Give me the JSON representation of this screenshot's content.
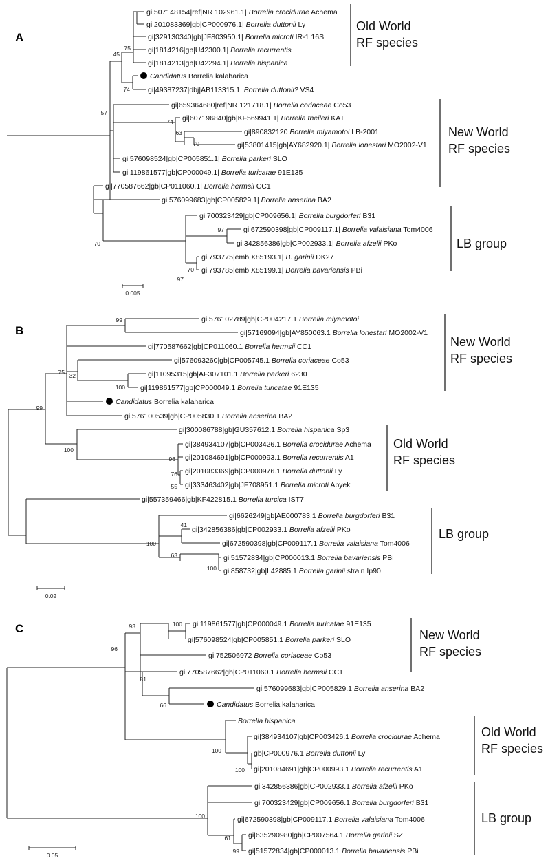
{
  "panels": [
    {
      "label": "A",
      "leaves": [
        {
          "prefix": "gi|507148154|ref|NR 102961.1| ",
          "italic": "Borrelia crocidurae",
          "suffix": " Achema"
        },
        {
          "prefix": "gi|201083369|gb|CP000976.1| ",
          "italic": "Borrelia duttonii",
          "suffix": " Ly"
        },
        {
          "prefix": "gi|329130340|gb|JF803950.1| ",
          "italic": "Borrelia microti",
          "suffix": " IR-1 16S"
        },
        {
          "prefix": "gi|1814216|gb|U42300.1| ",
          "italic": "Borrelia recurrentis",
          "suffix": ""
        },
        {
          "prefix": "gi|1814213|gb|U42294.1| ",
          "italic": "Borrelia hispanica",
          "suffix": ""
        },
        {
          "prefix": "",
          "italic": "Candidatus",
          "suffix": " Borrelia kalaharica",
          "marker": true
        },
        {
          "prefix": "gi|49387237|dbj|AB113315.1| ",
          "italic": "Borrelia duttonii?",
          "suffix": "  VS4"
        },
        {
          "prefix": "gi|659364680|ref|NR 121718.1| ",
          "italic": "Borrelia coriaceae",
          "suffix": " Co53"
        },
        {
          "prefix": "gi|607196840|gb|KF569941.1| ",
          "italic": "Borrelia theileri",
          "suffix": " KAT"
        },
        {
          "prefix": "gi|890832120 ",
          "italic": "Borrelia miyamotoi",
          "suffix": " LB-2001"
        },
        {
          "prefix": "gi|53801415|gb|AY682920.1| ",
          "italic": "Borrelia lonestari",
          "suffix": " MO2002-V1"
        },
        {
          "prefix": "gi|576098524|gb|CP005851.1| ",
          "italic": "Borrelia parkeri",
          "suffix": " SLO"
        },
        {
          "prefix": "gi|119861577|gb|CP000049.1| ",
          "italic": "Borrelia turicatae",
          "suffix": " 91E135"
        },
        {
          "prefix": "gi|770587662|gb|CP011060.1| ",
          "italic": "Borrelia hermsii",
          "suffix": " CC1"
        },
        {
          "prefix": "gi|576099683|gb|CP005829.1| ",
          "italic": "Borrelia anserina",
          "suffix": " BA2"
        },
        {
          "prefix": "gi|700323429|gb|CP009656.1| ",
          "italic": "Borrelia burgdorferi",
          "suffix": " B31"
        },
        {
          "prefix": "gi|672590398|gb|CP009117.1| ",
          "italic": "Borrelia valaisiana",
          "suffix": " Tom4006"
        },
        {
          "prefix": "gi|342856386|gb|CP002933.1| ",
          "italic": "Borrelia afzelii",
          "suffix": " PKo"
        },
        {
          "prefix": "gi|793775|emb|X85193.1| ",
          "italic": "B. garinii",
          "suffix": " DK27"
        },
        {
          "prefix": "gi|793785|emb|X85199.1| ",
          "italic": "Borrelia bavariensis",
          "suffix": " PBi"
        }
      ],
      "bootstrap": [
        "75",
        "45",
        "74",
        "57",
        "74",
        "63",
        "70",
        "70",
        "97",
        "97",
        "70"
      ],
      "groups": [
        {
          "line1": "Old World",
          "line2": "RF species"
        },
        {
          "line1": "New World",
          "line2": "RF species"
        },
        {
          "line1": "LB group",
          "line2": ""
        }
      ],
      "scale": "0.005"
    },
    {
      "label": "B",
      "leaves": [
        {
          "prefix": "gi|576102789|gb|CP004217.1 ",
          "italic": "Borrelia miyamotoi",
          "suffix": ""
        },
        {
          "prefix": "gi|57169094|gb|AY850063.1 ",
          "italic": "Borrelia lonestari",
          "suffix": " MO2002-V1"
        },
        {
          "prefix": "gi|770587662|gb|CP011060.1 ",
          "italic": "Borrelia hermsii",
          "suffix": " CC1"
        },
        {
          "prefix": "gi|576093260|gb|CP005745.1 ",
          "italic": "Borrelia coriaceae",
          "suffix": " Co53"
        },
        {
          "prefix": "gi|11095315|gb|AF307101.1 ",
          "italic": "Borrelia parkeri",
          "suffix": " 6230"
        },
        {
          "prefix": "gi|119861577|gb|CP000049.1 ",
          "italic": "Borrelia turicatae",
          "suffix": " 91E135"
        },
        {
          "prefix": "",
          "italic": "Candidatus",
          "suffix": " Borrelia kalaharica",
          "marker": true
        },
        {
          "prefix": "gi|576100539|gb|CP005830.1 ",
          "italic": "Borrelia anserina",
          "suffix": " BA2"
        },
        {
          "prefix": "gi|300086788|gb|GU357612.1 ",
          "italic": "Borrelia hispanica",
          "suffix": " Sp3"
        },
        {
          "prefix": "gi|384934107|gb|CP003426.1 ",
          "italic": "Borrelia crocidurae",
          "suffix": " Achema"
        },
        {
          "prefix": "gi|201084691|gb|CP000993.1 ",
          "italic": "Borrelia recurrentis",
          "suffix": " A1"
        },
        {
          "prefix": "gi|201083369|gb|CP000976.1 ",
          "italic": "Borrelia duttonii",
          "suffix": " Ly"
        },
        {
          "prefix": "gi|333463402|gb|JF708951.1 ",
          "italic": "Borrelia microti",
          "suffix": " Abyek"
        },
        {
          "prefix": "gi|557359466|gb|KF422815.1 ",
          "italic": "Borrelia turcica",
          "suffix": " IST7"
        },
        {
          "prefix": "gi|6626249|gb|AE000783.1 ",
          "italic": "Borrelia burgdorferi",
          "suffix": " B31"
        },
        {
          "prefix": "gi|342856386|gb|CP002933.1 ",
          "italic": "Borrelia afzelii",
          "suffix": " PKo"
        },
        {
          "prefix": "gi|672590398|gb|CP009117.1 ",
          "italic": "Borrelia valaisiana",
          "suffix": " Tom4006"
        },
        {
          "prefix": "gi|51572834|gb|CP000013.1 ",
          "italic": "Borrelia bavariensis",
          "suffix": " PBi"
        },
        {
          "prefix": "gi|858732|gb|L42885.1 ",
          "italic": "Borrelia garinii",
          "suffix": " strain Ip90"
        }
      ],
      "bootstrap": [
        "99",
        "75",
        "32",
        "100",
        "99",
        "100",
        "96",
        "76",
        "55",
        "41",
        "100",
        "63",
        "100"
      ],
      "groups": [
        {
          "line1": "New World",
          "line2": "RF species"
        },
        {
          "line1": "Old World",
          "line2": "RF species"
        },
        {
          "line1": "LB group",
          "line2": ""
        }
      ],
      "scale": "0.02"
    },
    {
      "label": "C",
      "leaves": [
        {
          "prefix": "gi|119861577|gb|CP000049.1 ",
          "italic": "Borrelia turicatae",
          "suffix": " 91E135"
        },
        {
          "prefix": "gi|576098524|gb|CP005851.1 ",
          "italic": "Borrelia parkeri",
          "suffix": " SLO"
        },
        {
          "prefix": "gi|752506972 ",
          "italic": "Borrelia coriaceae",
          "suffix": " Co53"
        },
        {
          "prefix": "gi|770587662|gb|CP011060.1 ",
          "italic": "Borrelia hermsii",
          "suffix": " CC1"
        },
        {
          "prefix": "gi|576099683|gb|CP005829.1 ",
          "italic": "Borrelia anserina",
          "suffix": " BA2"
        },
        {
          "prefix": "",
          "italic": "Candidatus",
          "suffix": " Borrelia kalaharica",
          "marker": true
        },
        {
          "prefix": "",
          "italic": "Borrelia hispanica",
          "suffix": ""
        },
        {
          "prefix": "gi|384934107|gb|CP003426.1 ",
          "italic": "Borrelia crocidurae",
          "suffix": " Achema"
        },
        {
          "prefix": "gb|CP000976.1 ",
          "italic": "Borrelia duttonii",
          "suffix": " Ly"
        },
        {
          "prefix": "gi|201084691|gb|CP000993.1 ",
          "italic": "Borrelia recurrentis",
          "suffix": " A1"
        },
        {
          "prefix": "gi|342856386|gb|CP002933.1 ",
          "italic": "Borrelia afzelii",
          "suffix": " PKo"
        },
        {
          "prefix": "gi|700323429|gb|CP009656.1 ",
          "italic": "Borrelia burgdorferi",
          "suffix": " B31"
        },
        {
          "prefix": "gi|672590398|gb|CP009117.1 ",
          "italic": "Borrelia valaisiana",
          "suffix": " Tom4006"
        },
        {
          "prefix": "gi|635290980|gb|CP007564.1 ",
          "italic": "Borrelia garinii",
          "suffix": " SZ"
        },
        {
          "prefix": "gi|51572834|gb|CP000013.1 ",
          "italic": "Borrelia bavariensis",
          "suffix": " PBi"
        }
      ],
      "bootstrap": [
        "100",
        "93",
        "96",
        "81",
        "66",
        "100",
        "100",
        "100",
        "61",
        "99"
      ],
      "groups": [
        {
          "line1": "New World",
          "line2": "RF species"
        },
        {
          "line1": "Old World",
          "line2": "RF species"
        },
        {
          "line1": "LB group",
          "line2": ""
        }
      ],
      "scale": "0.05"
    }
  ]
}
